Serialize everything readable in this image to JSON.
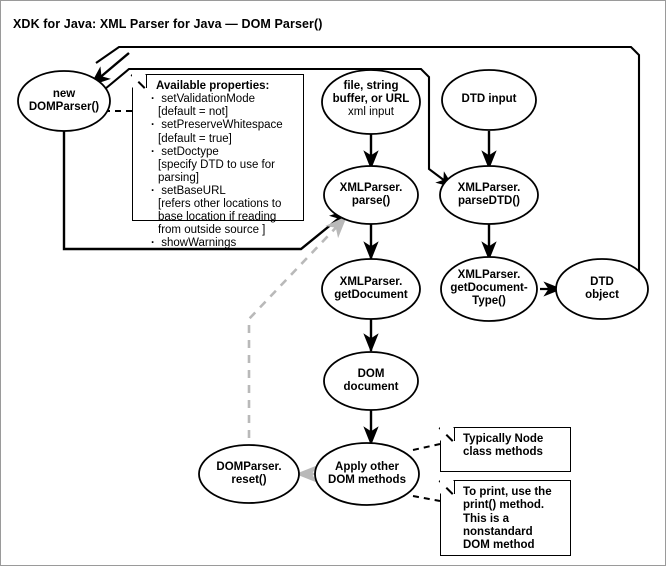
{
  "title": "XDK for Java: XML Parser for Java — DOM Parser()",
  "colors": {
    "stroke": "#000000",
    "grayStroke": "#b9b9b9",
    "frame": "#9a9a9a",
    "background": "#ffffff"
  },
  "nodes": {
    "new_domparser": {
      "line1": "new",
      "line2": "DOMParser()"
    },
    "xml_input": {
      "line1": "file, string",
      "line2": "buffer, or URL",
      "line3": "xml input"
    },
    "dtd_input": {
      "line1": "DTD input"
    },
    "parse": {
      "line1": "XMLParser.",
      "line2": "parse()"
    },
    "parse_dtd": {
      "line1": "XMLParser.",
      "line2": "parseDTD()"
    },
    "get_document": {
      "line1": "XMLParser.",
      "line2": "getDocument"
    },
    "get_document_type": {
      "line1": "XMLParser.",
      "line2": "getDocument-",
      "line3": "Type()"
    },
    "dtd_object": {
      "line1": "DTD",
      "line2": "object"
    },
    "dom_document": {
      "line1": "DOM",
      "line2": "document"
    },
    "apply_other": {
      "line1": "Apply other",
      "line2": "DOM methods"
    },
    "reset": {
      "line1": "DOMParser.",
      "line2": "reset()"
    }
  },
  "notes": {
    "properties": {
      "heading": "Available properties:",
      "items": [
        {
          "name": "setValidationMode",
          "detail": [
            "[default = not]"
          ]
        },
        {
          "name": "setPreserveWhitespace",
          "detail": [
            "[default = true]"
          ]
        },
        {
          "name": "setDoctype",
          "detail": [
            "[specify DTD to use for",
            "parsing]"
          ]
        },
        {
          "name": "setBaseURL",
          "detail": [
            "[refers other locations to",
            "base location if reading",
            "from outside source ]"
          ]
        },
        {
          "name": "showWarnings",
          "detail": []
        }
      ]
    },
    "node_methods": {
      "lines": [
        "Typically Node",
        "class methods"
      ]
    },
    "print_method": {
      "lines": [
        "To print, use the",
        "print() method.",
        "This is a",
        "nonstandard",
        "DOM method"
      ]
    }
  }
}
